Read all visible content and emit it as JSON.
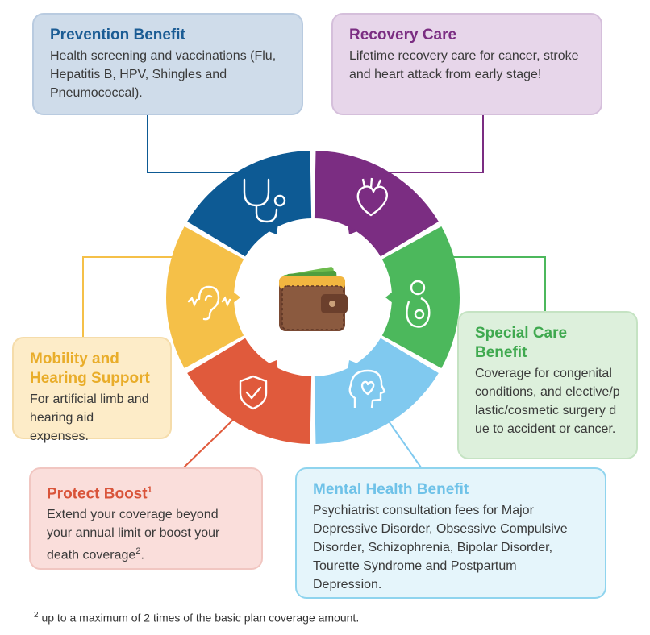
{
  "colors": {
    "prevention": "#0d5a94",
    "recovery": "#7b2d82",
    "special": "#4cb85c",
    "mental": "#80c9ef",
    "protect": "#e05a3c",
    "mobility": "#f5c048"
  },
  "cards": {
    "prevention": {
      "title": "Prevention Benefit",
      "desc": "Health screening and vaccinations (Flu, Hepatitis B, HPV, Shingles and Pneumococcal).",
      "icon": "stethoscope-icon"
    },
    "recovery": {
      "title": "Recovery Care",
      "desc": "Lifetime recovery care for cancer, stroke and heart attack from early stage!",
      "icon": "heart-organ-icon"
    },
    "special": {
      "title": "Special Care Benefit",
      "desc": "Coverage for congenital conditions, and elective/plastic/cosmetic surgery due to accident or cancer.",
      "icon": "mother-baby-icon"
    },
    "mental": {
      "title": "Mental Health Benefit",
      "desc": "Psychiatrist consultation fees for Major Depressive Disorder, Obsessive Compulsive Disorder, Schizophrenia, Bipolar Disorder, Tourette Syndrome and Postpartum Depression.",
      "icon": "head-heart-icon"
    },
    "protect": {
      "title": "Protect Boost",
      "title_sup": "1",
      "desc": "Extend your coverage beyond your annual limit or boost your death coverage",
      "desc_sup": "2",
      "desc_end": ".",
      "icon": "shield-check-icon"
    },
    "mobility": {
      "title": "Mobility and Hearing Support",
      "desc": "For artificial limb and hearing aid expenses.",
      "icon": "ear-icon"
    }
  },
  "center_icon": "wallet-cash-icon",
  "footnote": {
    "sup": "2",
    "text": " up to a maximum of 2 times of the basic plan coverage amount."
  }
}
